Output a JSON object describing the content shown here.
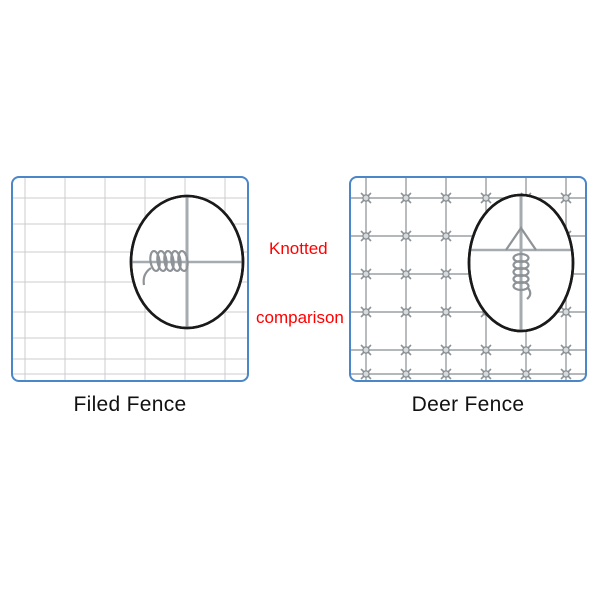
{
  "comparison": {
    "annotations": {
      "top": "Knotted",
      "bottom": "comparison"
    },
    "left_panel": {
      "caption": "Filed Fence",
      "fence_type": "field fence hinge-joint grid",
      "detail": "hinge-joint wrapped knot close-up in magnifier ellipse"
    },
    "right_panel": {
      "caption": "Deer Fence",
      "fence_type": "fixed-knot deer fence grid with knots at every wire intersection",
      "detail": "fixed knot close-up in magnifier ellipse"
    }
  },
  "colors": {
    "panel_border": "#4a86c8",
    "annotation_text": "#ff0000",
    "caption_text": "#111111",
    "wire_light": "#cccccc",
    "wire_dark": "#9aa0a4",
    "magnifier_stroke": "#1a1a1a",
    "background": "#ffffff"
  }
}
